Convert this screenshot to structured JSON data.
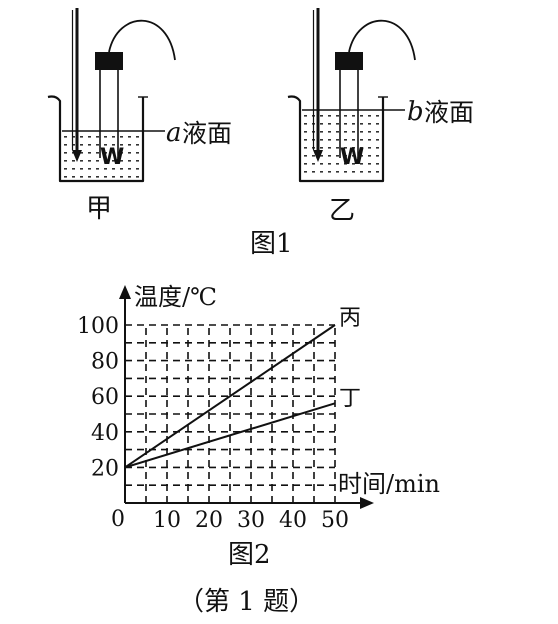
{
  "figure1": {
    "beaker_jia": {
      "label": "甲",
      "element_mark": "W",
      "surface_letter": "a",
      "surface_text": "液面"
    },
    "beaker_yi": {
      "label": "乙",
      "element_mark": "W",
      "surface_letter": "b",
      "surface_text": "液面"
    },
    "caption": "图1"
  },
  "figure2": {
    "caption": "图2",
    "chart_data": {
      "type": "line",
      "ylabel": "温度/℃",
      "xlabel": "时间/min",
      "origin_label": "0",
      "xlim": [
        0,
        50
      ],
      "ylim": [
        0,
        100
      ],
      "x_ticks": [
        "10",
        "20",
        "30",
        "40",
        "50"
      ],
      "y_ticks": [
        "20",
        "40",
        "60",
        "80",
        "100"
      ],
      "grid": true,
      "series": [
        {
          "name": "丙",
          "x": [
            0,
            50
          ],
          "y": [
            20,
            100
          ]
        },
        {
          "name": "丁",
          "x": [
            0,
            50
          ],
          "y": [
            20,
            56
          ]
        }
      ]
    }
  },
  "question_label": "（第 1 题）",
  "colors": {
    "ink": "#111111",
    "liquid_dots": "#333333"
  }
}
